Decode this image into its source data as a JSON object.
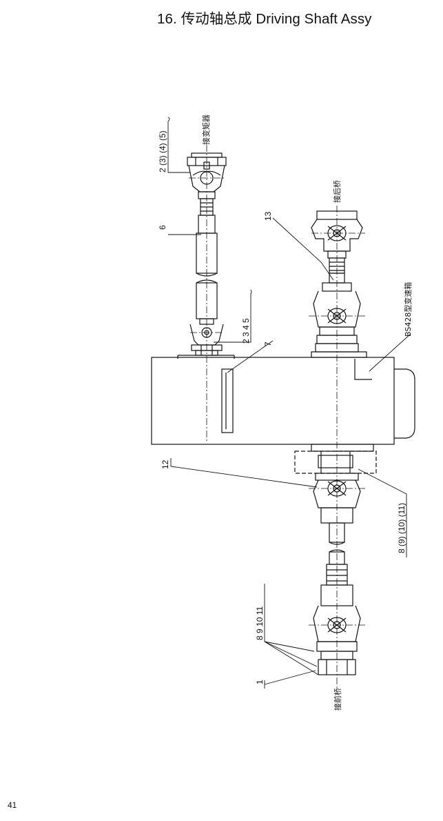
{
  "title": "16. 传动轴总成  Driving Shaft Assy",
  "page_number": "41",
  "labels": {
    "to_torque_converter": "接变矩器",
    "to_rear_axle": "接后桥",
    "to_front_axle": "接前桥",
    "gearbox": "BS428型变速箱",
    "group_top": "2 (3) (4) (5)",
    "part_6": "6",
    "group_2345": "2  3  4  5",
    "part_7": "7",
    "part_13": "13",
    "part_12": "12",
    "group_bottom_right": "8 (9) (10) (11)",
    "group_8_9_10_11": "8  9  10  11",
    "part_1": "1"
  }
}
